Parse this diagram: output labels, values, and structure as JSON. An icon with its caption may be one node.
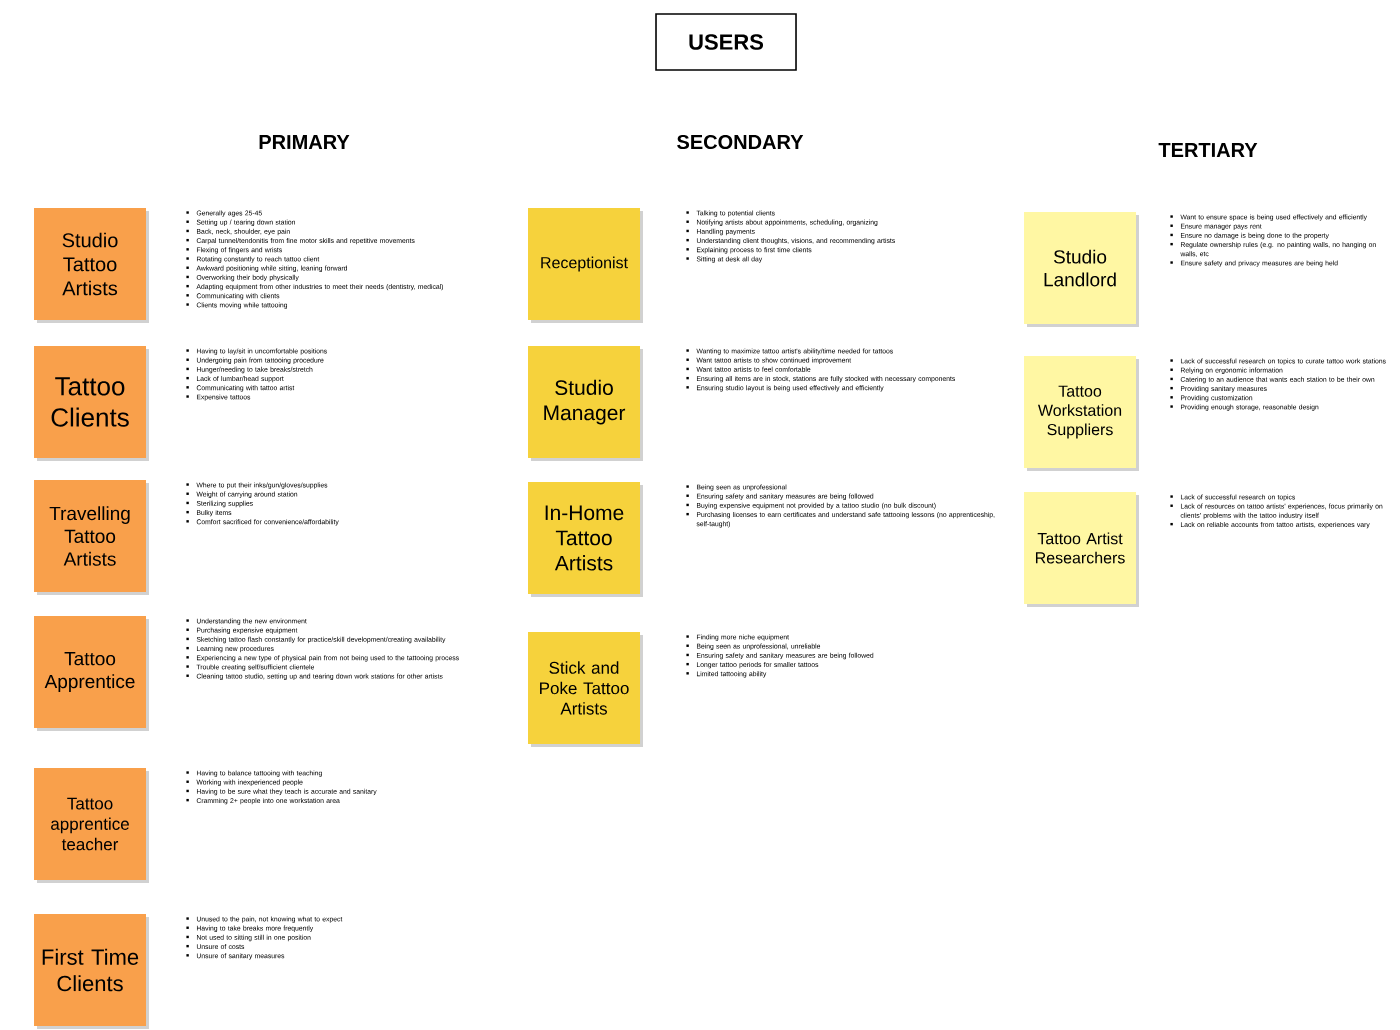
{
  "diagram": {
    "nodes": [
      {
        "text": [
          "USERS"
        ]
      },
      {
        "text": [
          "Studio Tattoo Artists"
        ],
        "beside": [
          "Generally ages 25-45",
          "Setting up / tearing down station",
          "Back, neck, shoulder, eye pain",
          "Carpal tunnel/tendonitis from fine motor skills and repetitive movements",
          "Flexing of fingers and wrists",
          "Rotating constantly to reach tattoo client",
          "Awkward positioning while sitting, leaning forward",
          "Overworking their body physically",
          "Adapting equipment from other industries to meet their needs (dentistry, medical)",
          "Communicating with clients",
          "Clients moving while tattooing"
        ]
      },
      {
        "text": [
          "Tattoo Clients"
        ],
        "beside": [
          "Having to lay/sit in uncomfortable positions",
          "Undergoing pain from tattooing procedure",
          "Hunger/needing to take breaks/stretch",
          "Lack of lumbar/head support",
          "Communicating with tattoo artist",
          "Expensive tattoos"
        ]
      },
      {
        "text": [
          "Travelling Tattoo Artists"
        ],
        "beside": [
          "Where to put their inks/gun/gloves/supplies",
          "Weight of carrying around station",
          "Sterilizing supplies",
          "Bulky items",
          "Comfort sacrificed for convenience/affordability"
        ]
      },
      {
        "text": [
          "Tattoo Apprentice"
        ],
        "beside": [
          "Understanding the new environment",
          "Purchasing expensive equipment",
          "Sketching tattoo flash constantly for practice/skill development/creating availability",
          "Learning new procedures",
          "Experiencing a new type of physical pain from not being used to the tattooing process",
          "Trouble creating self/sufficient clientele",
          "Cleaning tattoo studio, setting up and tearing down work stations for other artists"
        ]
      },
      {
        "text": [
          "Tattoo apprentice teacher"
        ],
        "beside": [
          "Having to balance tattooing with teaching",
          "Working with inexperienced people",
          "Having to be sure what they teach is accurate and sanitary",
          "Cramming 2+ people into one workstation area"
        ]
      },
      {
        "text": [
          "First Time Clients"
        ],
        "beside": [
          "Unused to the pain, not knowing what to expect",
          "Having to take breaks more frequently",
          "Not used to sitting still in one position",
          "Unsure of costs",
          "Unsure of sanitary measures"
        ]
      },
      {
        "text": [
          "Receptionist"
        ],
        "beside": [
          "Talking to potential clients",
          "Notifying artists about appointments, scheduling, organizing",
          "Handling payments",
          "Understanding client thoughts, visions, and recommending artists",
          "Explaining process to first time clients",
          "Sitting at desk all day"
        ]
      },
      {
        "text": [
          "Studio Manager"
        ],
        "beside": [
          "Wanting to maximize tattoo artist's ability/time needed for tattoos",
          "Want tattoo artists to show continued improvement",
          "Want tattoo artists to feel comfortable",
          "Ensuring all items are in stock, stations are fully stocked with necessary components",
          "Ensuring studio layout is being used effectively and efficiently"
        ]
      },
      {
        "text": [
          "In-Home Tattoo Artists"
        ],
        "beside": [
          "Being seen as unprofessional",
          "Ensuring safety and sanitary measures are being followed",
          "Buying expensive equipment not provided by a tattoo studio (no bulk discount)",
          "Purchasing licenses to earn certificates and understand safe tattooing lessons (no apprenticeship, self-taught)"
        ]
      },
      {
        "text": [
          "Stick and Poke Tattoo Artists"
        ],
        "beside": [
          "Finding more niche equipment",
          "Being seen as unprofessional, unreliable",
          "Ensuring safety and sanitary measures are being followed",
          "Longer tattoo periods for smaller tattoos",
          "Limited tattooing ability"
        ]
      },
      {
        "text": [
          "Studio Landlord"
        ],
        "beside": [
          "Want to ensure space is being used effectively and efficiently",
          "Ensure manager pays rent",
          "Ensure no damage is being done to the property",
          "Regulate ownership rules (e.g. no painting walls, no hanging on walls, etc",
          "Ensure safety and privacy measures are being held"
        ]
      },
      {
        "text": [
          "Tattoo Workstation Suppliers"
        ],
        "beside": [
          "Lack of successful research on topics to curate tattoo work stations",
          "Relying on ergonomic information",
          "Catering to an audience that wants each station to be their own",
          "Providing sanitary measures",
          "Providing customization",
          "Providing enough storage, reasonable design"
        ]
      },
      {
        "text": [
          "Tattoo Artist Researchers"
        ],
        "beside": [
          "Lack of successful research on topics",
          "Lack of resources on tattoo artists' experiences, focus primarily on clients' problems with the tattoo industry itself",
          "Lack on reliable accounts from tattoo artists, experiences vary"
        ]
      }
    ],
    "labels": [
      "PRIMARY",
      "SECONDARY",
      "TERTIARY"
    ]
  }
}
